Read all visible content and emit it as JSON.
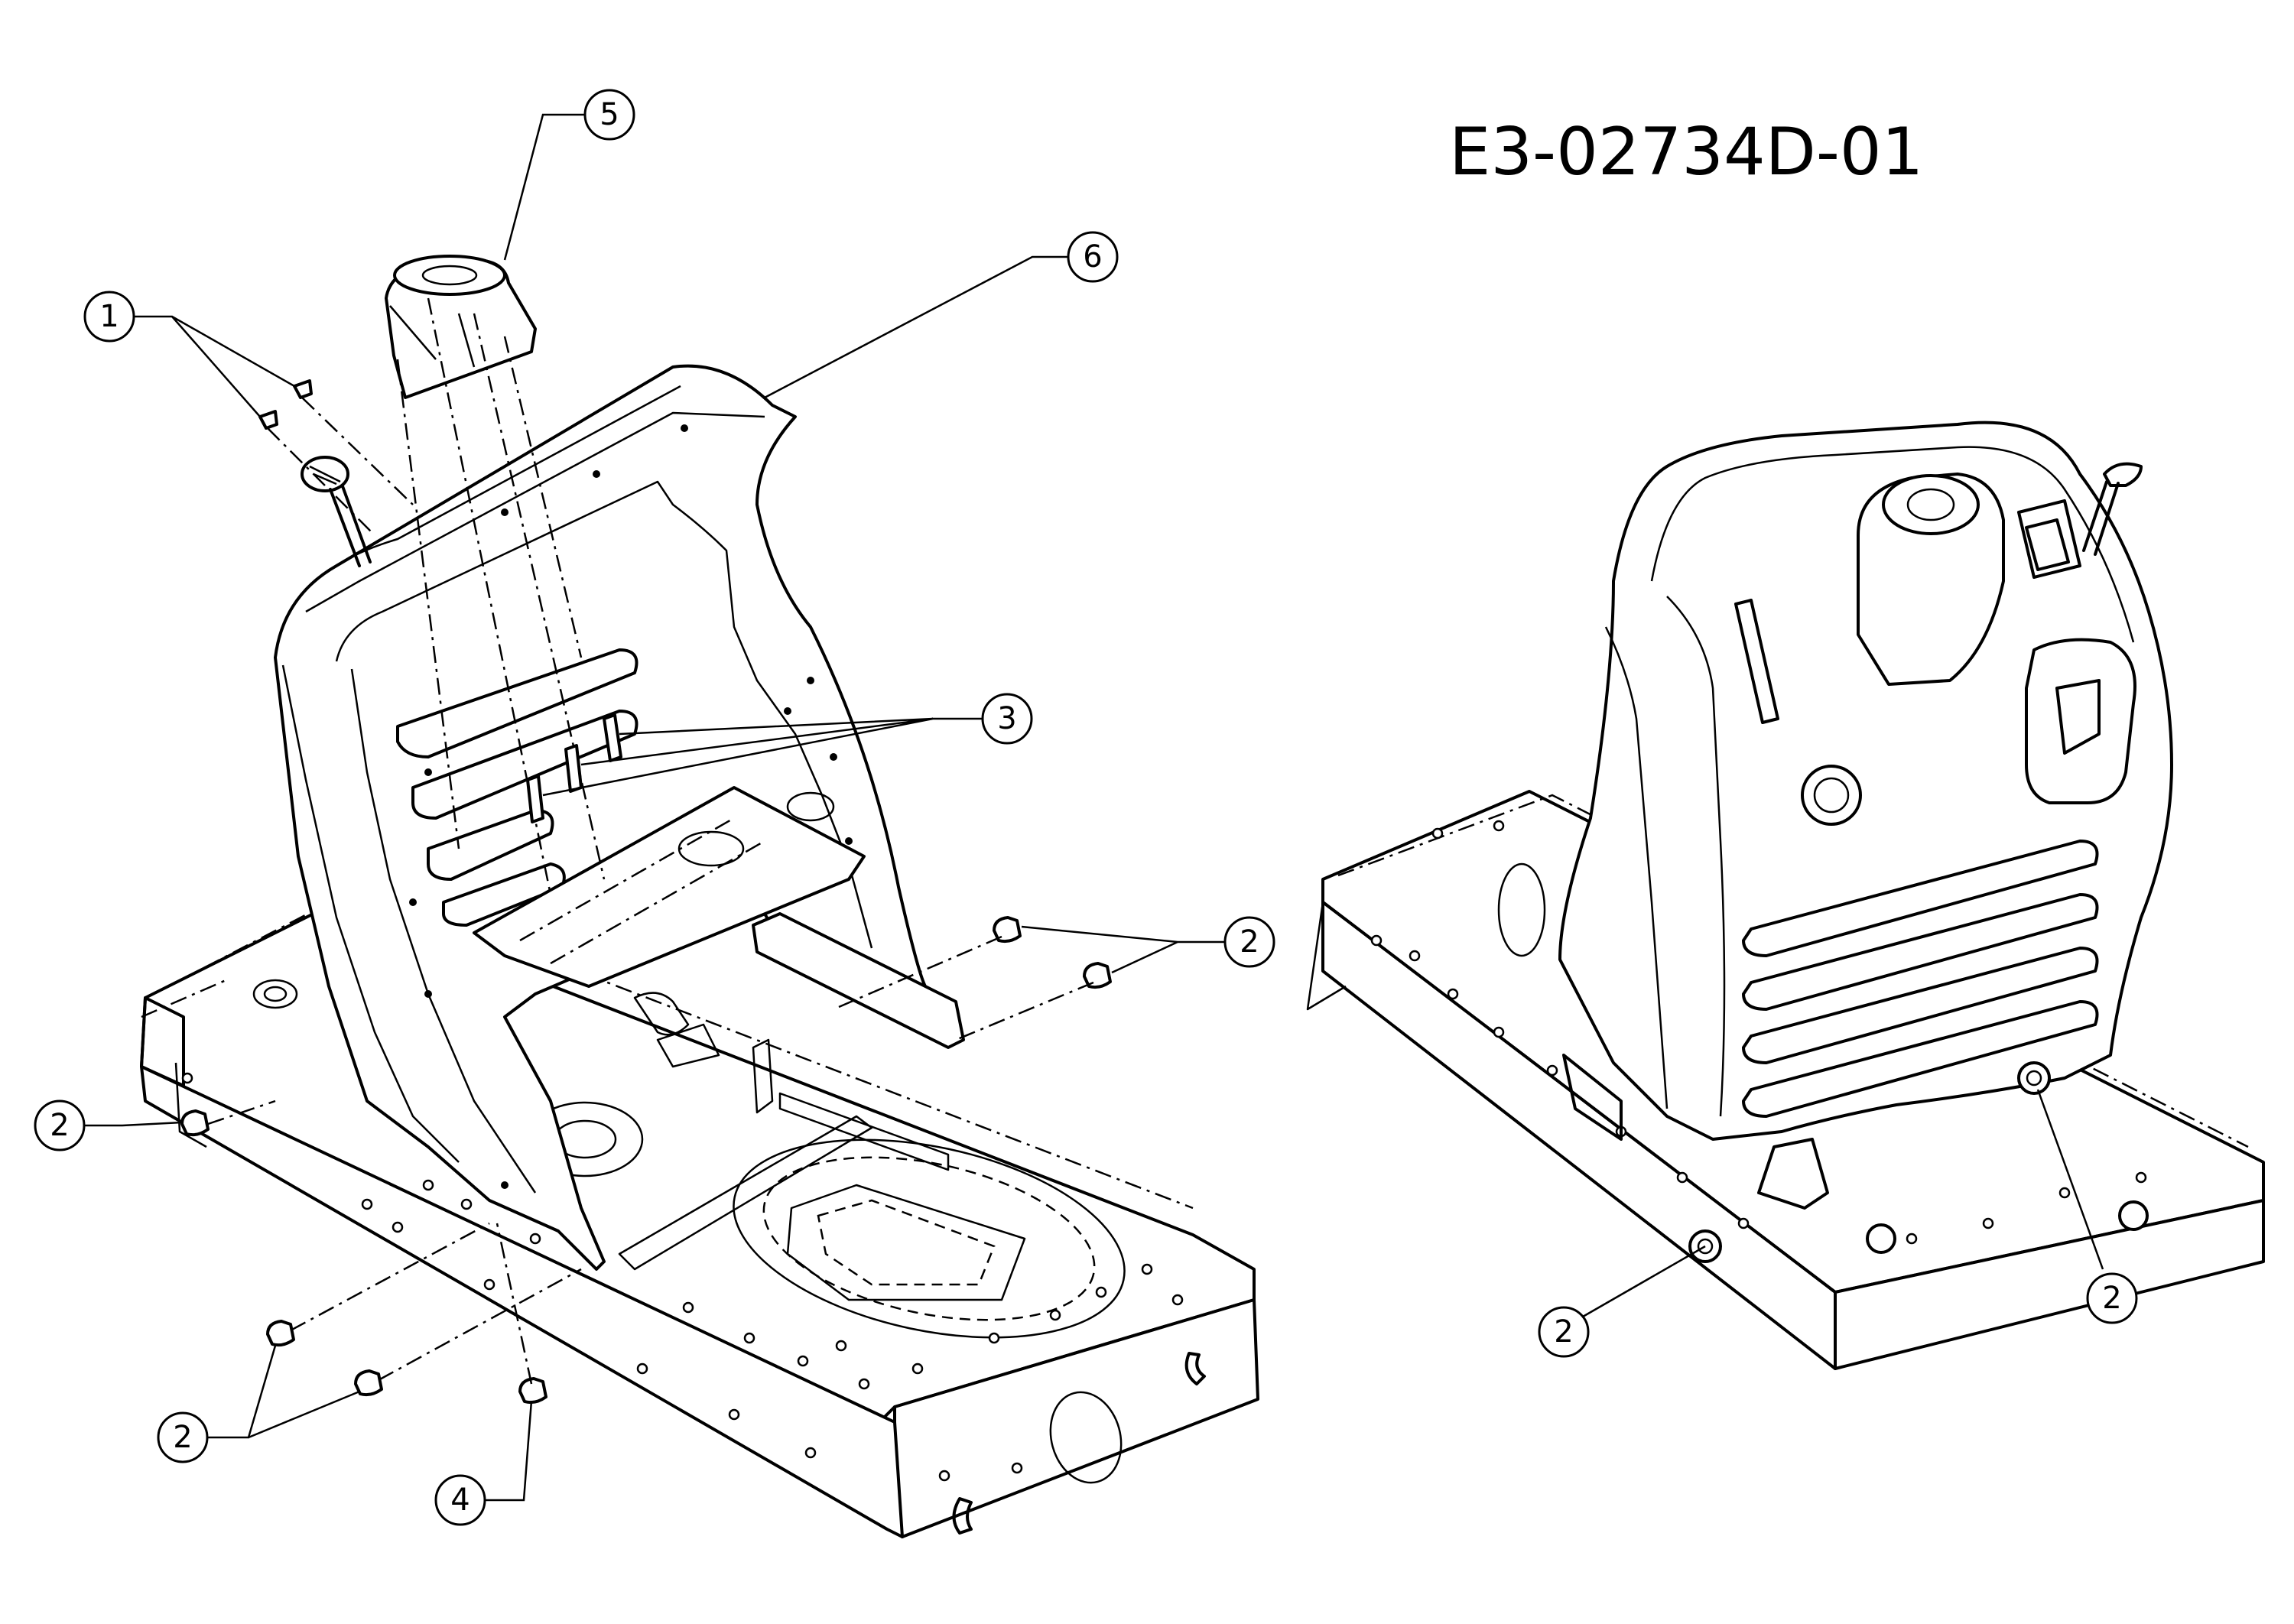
{
  "drawing_number": "E3-02734D-01",
  "callouts": [
    {
      "id": "c1",
      "label": "1"
    },
    {
      "id": "c2a",
      "label": "2"
    },
    {
      "id": "c2b",
      "label": "2"
    },
    {
      "id": "c2c",
      "label": "2"
    },
    {
      "id": "c2d",
      "label": "2"
    },
    {
      "id": "c2e",
      "label": "2"
    },
    {
      "id": "c3",
      "label": "3"
    },
    {
      "id": "c4",
      "label": "4"
    },
    {
      "id": "c5",
      "label": "5"
    },
    {
      "id": "c6",
      "label": "6"
    }
  ]
}
